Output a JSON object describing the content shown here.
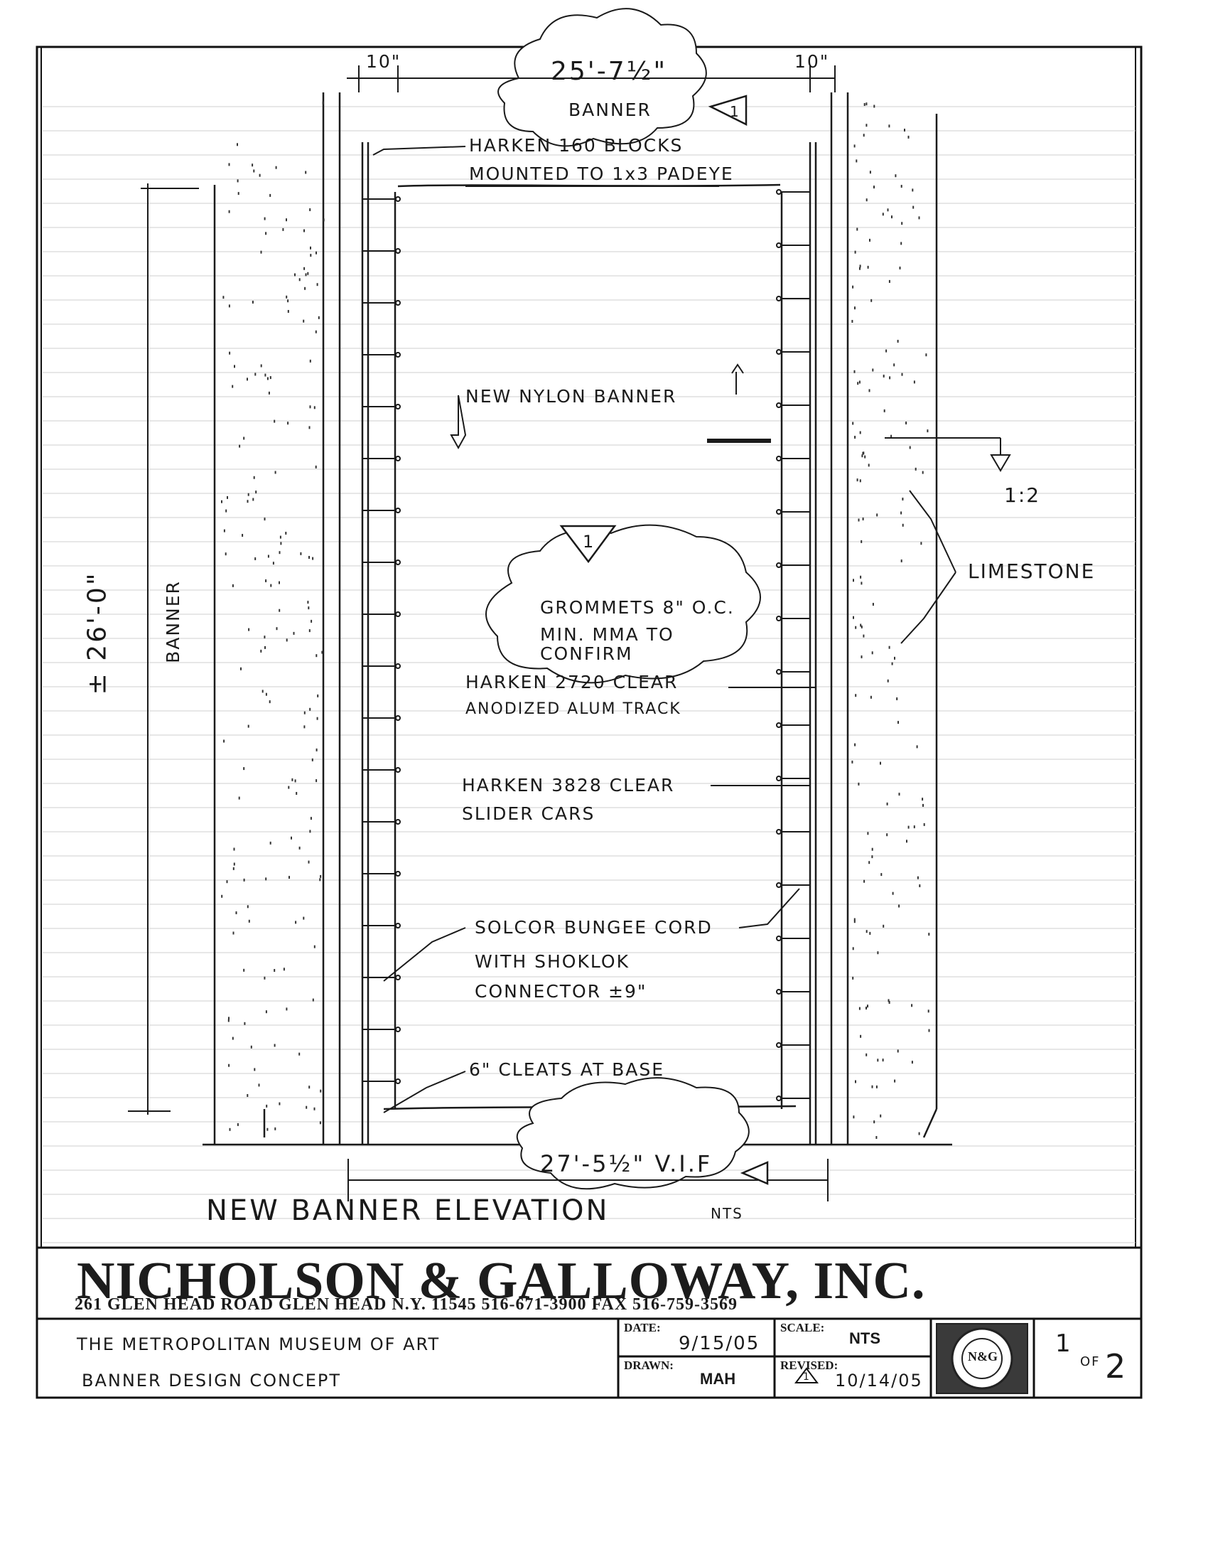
{
  "drawing": {
    "top_width": "25'-7½\"",
    "top_label": "BANNER",
    "top_left_margin": "10\"",
    "top_right_margin": "10\"",
    "revision_tag": "1",
    "height_dim": "± 26'-0\"",
    "height_label": "BANNER",
    "bottom_width": "27'-5½\" V.I.F",
    "scale_ref": "1:2",
    "title": "NEW BANNER ELEVATION",
    "title_scale": "NTS"
  },
  "callouts": {
    "blocks_line1": "HARKEN 160 BLOCKS",
    "blocks_line2": "MOUNTED TO 1x3 PADEYE",
    "banner": "NEW NYLON BANNER",
    "grommets_line1": "GROMMETS 8\" O.C.",
    "grommets_line2": "MIN. MMA TO",
    "grommets_line3": "CONFIRM",
    "track_line1": "HARKEN 2720 CLEAR",
    "track_line2": "ANODIZED ALUM TRACK",
    "slider_line1": "HARKEN 3828 CLEAR",
    "slider_line2": "SLIDER CARS",
    "bungee_line1": "SOLCOR BUNGEE CORD",
    "bungee_line2": "WITH SHOKLOK",
    "bungee_line3": "CONNECTOR ±9\"",
    "cleats": "6\" CLEATS AT BASE",
    "limestone": "LIMESTONE",
    "grommet_tag": "1"
  },
  "title_block": {
    "firm": "NICHOLSON & GALLOWAY, INC.",
    "address": "261 GLEN HEAD ROAD GLEN HEAD N.Y. 11545   516-671-3900  FAX 516-759-3569",
    "project_line1": "THE METROPOLITAN MUSEUM OF ART",
    "project_line2": "BANNER DESIGN CONCEPT",
    "date_label": "DATE:",
    "date_value": "9/15/05",
    "scale_label": "SCALE:",
    "scale_value": "NTS",
    "drawn_label": "DRAWN:",
    "drawn_value": "MAH",
    "revised_label": "REVISED:",
    "revised_value": "10/14/05",
    "revised_tag": "1",
    "seal_text": "N&G",
    "sheet_number": "1",
    "sheet_of": "OF",
    "sheet_total": "2"
  }
}
